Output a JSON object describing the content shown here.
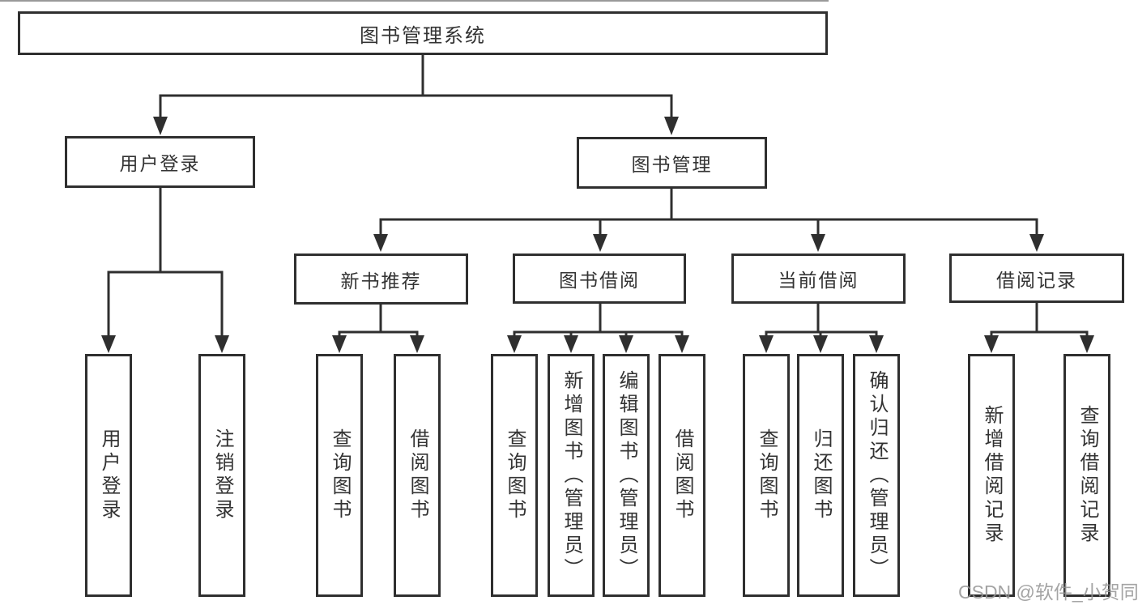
{
  "root": {
    "label": "图书管理系统"
  },
  "user_login": {
    "label": "用户登录",
    "leaves": [
      {
        "label": "用户登录"
      },
      {
        "label": "注销登录"
      }
    ]
  },
  "book_mgmt": {
    "label": "图书管理",
    "groups": [
      {
        "label": "新书推荐",
        "leaves": [
          {
            "label": "查询图书"
          },
          {
            "label": "借阅图书"
          }
        ]
      },
      {
        "label": "图书借阅",
        "leaves": [
          {
            "label": "查询图书"
          },
          {
            "label": "新增图书（管理员）"
          },
          {
            "label": "编辑图书（管理员）"
          },
          {
            "label": "借阅图书"
          }
        ]
      },
      {
        "label": "当前借阅",
        "leaves": [
          {
            "label": "查询图书"
          },
          {
            "label": "归还图书"
          },
          {
            "label": "确认归还（管理员）"
          }
        ]
      },
      {
        "label": "借阅记录",
        "leaves": [
          {
            "label": "新增借阅记录"
          },
          {
            "label": "查询借阅记录"
          }
        ]
      }
    ]
  },
  "watermark": {
    "text": "CSDN @软件_小贺同学"
  },
  "colors": {
    "line": "#2f2f2f",
    "box_border": "#2f2f2f",
    "text": "#333333",
    "watermark": "#949494",
    "background": "#ffffff"
  }
}
